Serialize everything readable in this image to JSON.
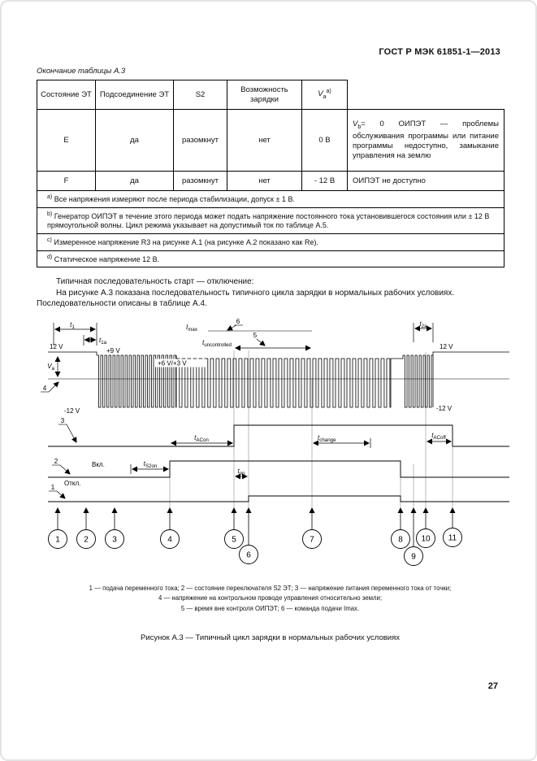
{
  "header": {
    "doc_number": "ГОСТ Р МЭК 61851-1—2013"
  },
  "page_number": "27",
  "table": {
    "continuation_label": "Окончание таблицы А.3",
    "headers": [
      "Состояние ЭТ",
      "Подсоединение ЭТ",
      "S2",
      "Возможность зарядки"
    ],
    "va_header": {
      "main": "V",
      "sub": "a",
      "sup": "а)"
    },
    "rows": [
      {
        "state": "E",
        "connected": "да",
        "s2": "разомкнут",
        "charging": "нет",
        "va": "0 В",
        "note_v": "V",
        "note_vsub": "b",
        "note_rest": "= 0  ОИПЭТ — проблемы обслуживания программы или питание программы недоступно, замыкание управления на землю"
      },
      {
        "state": "F",
        "connected": "да",
        "s2": "разомкнут",
        "charging": "нет",
        "va": "- 12 В",
        "note": "ОИПЭТ не доступно"
      }
    ],
    "footnotes": [
      {
        "mark": "а)",
        "text": "Все напряжения измеряют после периода стабилизации, допуск ± 1 В."
      },
      {
        "mark": "b)",
        "text": "Генератор ОИПЭТ в течение этого периода может подать напряжение постоянного тока установившегося состояния или ± 12 В прямоугольной волны. Цикл режима указывает на допустимый ток по таблице А.5."
      },
      {
        "mark": "c)",
        "text": "Измеренное напряжение R3 на рисунке А.1 (на рисунке А.2 показано как Re)."
      },
      {
        "mark": "d)",
        "text": "Статическое напряжение 12 В."
      }
    ]
  },
  "body": {
    "p1": "Типичная последовательность старт — отключение:",
    "p2": "На рисунке А.3 показана последовательность типичного цикла зарядки в нормальных рабочих условиях. Последовательности описаны в таблице А.4."
  },
  "figure": {
    "labels": {
      "t1": {
        "main": "t",
        "sub": "1"
      },
      "t1a": {
        "main": "t",
        "sub": "1a"
      },
      "t2a": {
        "main": "t",
        "sub": "2a"
      },
      "imax": {
        "main": "I",
        "sub": "max"
      },
      "tuncontrolled": {
        "main": "t",
        "sub": "uncontrolled"
      },
      "tACon": {
        "main": "t",
        "sub": "ACon"
      },
      "tACoff": {
        "main": "t",
        "sub": "ACoff"
      },
      "tS2on": {
        "main": "t",
        "sub": "S2on"
      },
      "ton": {
        "main": "t",
        "sub": "on"
      },
      "tchange": {
        "main": "t",
        "sub": "change"
      },
      "va": {
        "main": "V",
        "sub": "a"
      },
      "v12_left": "12 V",
      "v12_right": "12 V",
      "minus12_left": "-12 V",
      "minus12_right": "-12 V",
      "plus9": "+9 V",
      "plus6_3": "+6 V/+3 V",
      "on": "Вкл.",
      "off": "Откл.",
      "n1": "1",
      "n2": "2",
      "n3": "3",
      "n4": "4",
      "n5": "5",
      "n6": "6"
    },
    "markers": [
      "1",
      "2",
      "3",
      "4",
      "5",
      "6",
      "7",
      "8",
      "9",
      "10",
      "11"
    ],
    "key": [
      "1 — подача переменного тока; 2 — состояние переключателя S2 ЭТ; 3 — напряжение питания переменного тока от точки;",
      "4 — напряжение на контрольном проводе управления относительно земли;",
      "5 — время вне контроля ОИПЭТ; 6 — команда подачи Imax."
    ],
    "caption": "Рисунок А.3 — Типичный цикл зарядки в нормальных рабочих условиях"
  }
}
